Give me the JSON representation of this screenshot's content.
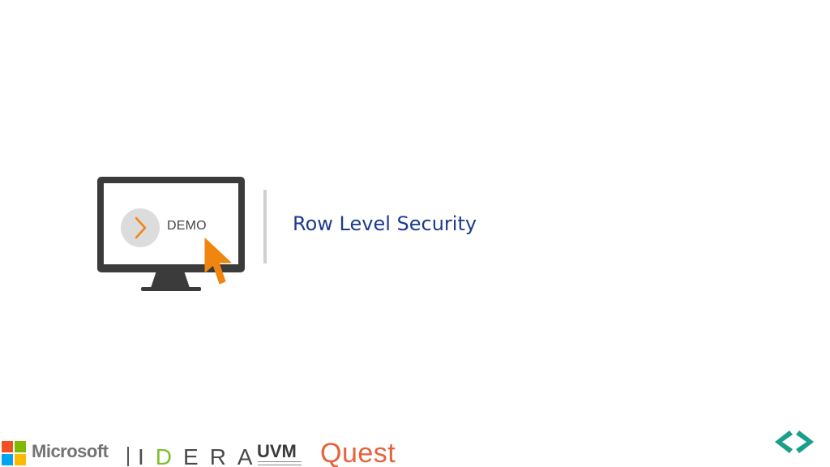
{
  "slide": {
    "title": "Row Level Security",
    "demo_label": "DEMO"
  },
  "icons": {
    "monitor": "monitor-icon",
    "play": "chevron-right-icon",
    "cursor": "mouse-pointer-icon",
    "code_nav": "angle-brackets-icon"
  },
  "footer": {
    "logos": [
      {
        "name": "Microsoft",
        "text": "Microsoft"
      },
      {
        "name": "IDERA",
        "text": "IDERA"
      },
      {
        "name": "UVM",
        "text": "UVM"
      },
      {
        "name": "Quest",
        "text": "Quest"
      }
    ]
  },
  "colors": {
    "title": "#1c3a8f",
    "monitor": "#3b3b3b",
    "accent_orange": "#f0850f",
    "divider": "#cfcfcf",
    "ms_red": "#f25022",
    "ms_green": "#7fba00",
    "ms_blue": "#00a4ef",
    "ms_yellow": "#ffb900",
    "quest": "#e5623a",
    "code_icon": "#1aa08a"
  }
}
